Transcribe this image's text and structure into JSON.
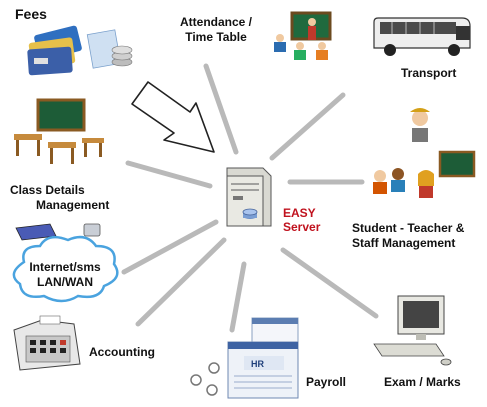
{
  "center": {
    "title_line1": "EASY",
    "title_line2": "Server",
    "icon": "server-icon",
    "accent": "#c0121e"
  },
  "nodes": {
    "fees": {
      "label": "Fees",
      "icon": "credit-cards-icon"
    },
    "attendance": {
      "label_line1": "Attendance /",
      "label_line2": "Time Table",
      "icon": "classroom-icon"
    },
    "transport": {
      "label": "Transport",
      "icon": "bus-icon"
    },
    "class_details": {
      "label_line1": "Class Details",
      "label_line2": "Management",
      "icon": "desks-blackboard-icon"
    },
    "student_teacher": {
      "label_line1": "Student - Teacher &",
      "label_line2": "Staff Management",
      "icon": "people-icon"
    },
    "network": {
      "label_line1": "Internet/sms",
      "label_line2": "LAN/WAN",
      "icon": "cloud-icon"
    },
    "accounting": {
      "label": "Accounting",
      "icon": "calculator-icon"
    },
    "payroll": {
      "label": "Payroll",
      "icon": "hr-screen-icon",
      "screen_text": "HR"
    },
    "exam": {
      "label": "Exam / Marks",
      "icon": "computer-icon"
    }
  },
  "colors": {
    "spoke": "#b9b9b9",
    "text": "#111111"
  }
}
